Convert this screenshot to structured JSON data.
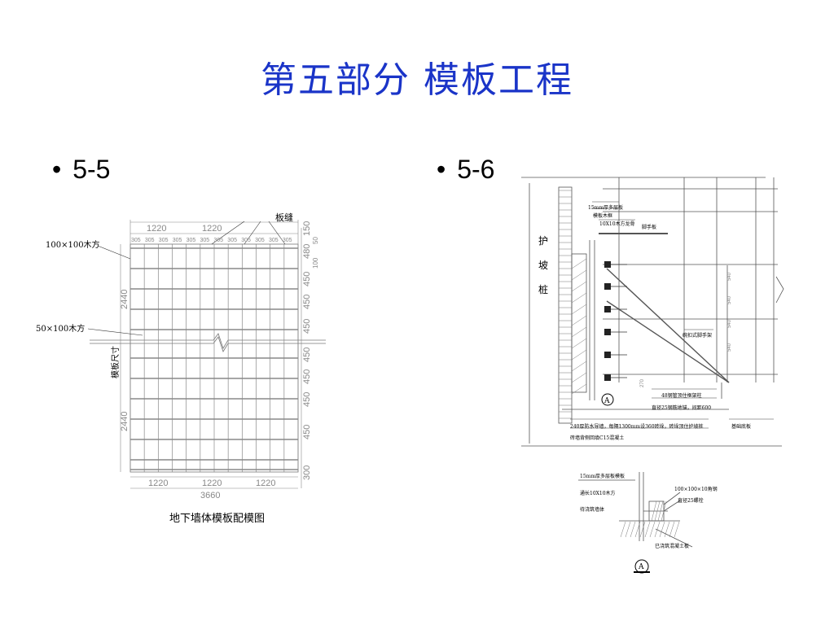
{
  "title": "第五部分  模板工程",
  "bullets": [
    {
      "marker": "•",
      "label": "5-5"
    },
    {
      "marker": "•",
      "label": "5-6"
    }
  ],
  "left_diagram": {
    "caption": "地下墙体模板配模图",
    "labels": {
      "seam": "板缝",
      "timber_100": "100×100木方",
      "timber_50": "50×100木方",
      "side": "模板尺寸"
    },
    "top_dims": [
      "1220",
      "1220"
    ],
    "top_sub": [
      "305",
      "305",
      "305",
      "305",
      "305",
      "305",
      "305",
      "305",
      "305",
      "305",
      "305",
      "305"
    ],
    "right_dims": [
      "150",
      "480",
      "450",
      "450",
      "450",
      "450",
      "450",
      "450",
      "450",
      "300"
    ],
    "right_extra": [
      "50",
      "100"
    ],
    "left_dims": [
      "2440",
      "2440"
    ],
    "bottom_dims": [
      "1220",
      "1220",
      "1220"
    ],
    "bottom_total": "3660"
  },
  "right_diagram": {
    "vertical_label": [
      "护",
      "坡",
      "桩"
    ],
    "labels": {
      "plywood": "15mm厚多层板",
      "template_frame": "模板木框",
      "timber_keel": "10X10木方龙骨",
      "scaffold_board": "脚手板",
      "coupler_scaffold": "碗扣式脚手架",
      "pipe_column": "48钢管顶住框架柱",
      "anchor": "直径25钢筋地锚，间距600",
      "waterproof": "240厚防水导墙，每隔1300mm设360砖垛，砖垛顶住护坡桩",
      "brick_fill": "砖墙背侧回填C15混凝土",
      "foundation": "基础底板"
    },
    "spacing": [
      "540",
      "540",
      "540",
      "540"
    ],
    "small_dim": "270",
    "section_mark": "A"
  },
  "detail_diagram": {
    "labels": {
      "plywood": "15mm厚多层板模板",
      "angle_steel": "100×100×10角钢",
      "timber": "通长10X10木方",
      "bolt": "直径25螺栓",
      "wall": "待浇筑墙体",
      "slab": "已浇筑混凝土板"
    },
    "section_mark": "A"
  }
}
